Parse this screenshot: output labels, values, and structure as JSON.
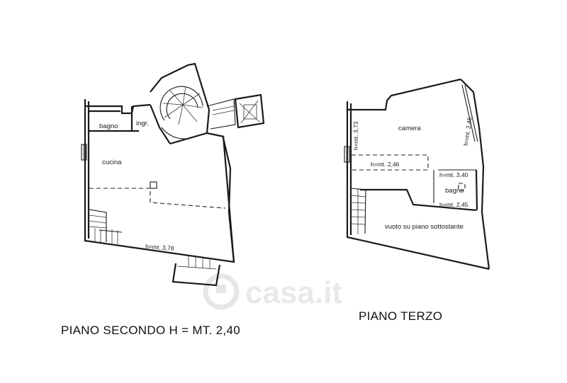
{
  "watermark": {
    "text": "casa.it"
  },
  "plan_second": {
    "caption": "PIANO SECONDO H = MT. 2,40",
    "rooms": {
      "bagno": "bagno",
      "ingresso": "ingr.",
      "cucina": "cucina"
    },
    "height_note": "h=mt. 3,78"
  },
  "plan_third": {
    "caption": "PIANO TERZO",
    "rooms": {
      "camera": "camera",
      "bagno": "bagno",
      "vuoto": "vuoto su piano sottostante"
    },
    "height_notes": {
      "left_wall": "h=mt. 3,73",
      "right_wall": "h=mt. 2,45",
      "mid_beam": "h=mt. 2,46",
      "bath_top": "h=mt. 3,40",
      "bath_bottom": "h=mt. 2,45"
    }
  }
}
